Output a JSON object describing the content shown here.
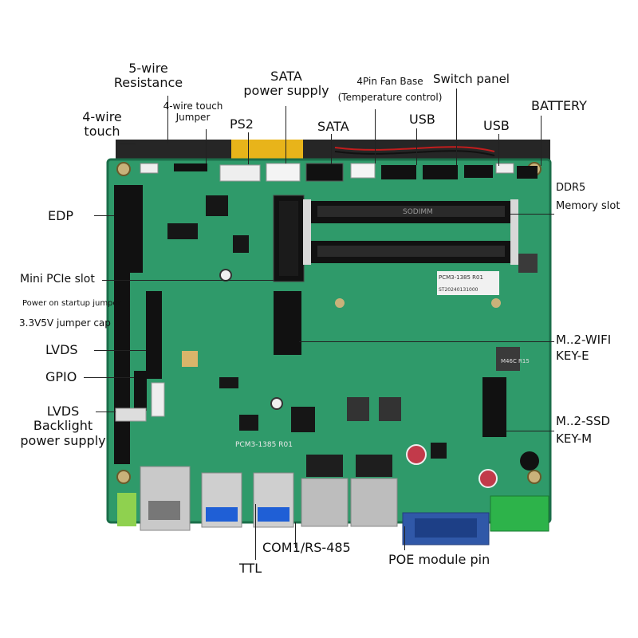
{
  "board": {
    "silkscreen_top": "PCM3-1385 R01",
    "silkscreen_bottom": "PCM3-1385 R01",
    "serial": "ST20240131000",
    "so_dimm_label": "SODIMM",
    "chip_label": "M46C R15"
  },
  "labels": {
    "five_wire_line1": "5-wire",
    "five_wire_line2": "Resistance",
    "four_wire_line1": "4-wire",
    "four_wire_line2": "touch",
    "four_wire_jumper_line1": "4-wire touch",
    "four_wire_jumper_line2": "Jumper",
    "ps2": "PS2",
    "sata_power_line1": "SATA",
    "sata_power_line2": "power supply",
    "sata": "SATA",
    "fan_line1": "4Pin Fan Base",
    "fan_line2": "(Temperature control)",
    "usb_top": "USB",
    "switch_panel": "Switch panel",
    "usb_right": "USB",
    "battery": "BATTERY",
    "ddr5": "DDR5",
    "memory_slot": "Memory slot",
    "edp": "EDP",
    "mini_pcie": "Mini PCIe slot",
    "power_on_jumper": "Power on startup jumper",
    "jumper_cap": "3.3V5V jumper cap",
    "lvds": "LVDS",
    "gpio": "GPIO",
    "lvds_backlight_line1": "LVDS",
    "lvds_backlight_line2": "Backlight",
    "lvds_backlight_line3": "power supply",
    "m2_wifi_line1": "M..2-WIFI",
    "m2_wifi_line2": "KEY-E",
    "m2_ssd_line1": "M..2-SSD",
    "m2_ssd_line2": "KEY-M",
    "com1": "COM1/RS-485",
    "ttl": "TTL",
    "poe": "POE module pin"
  },
  "colors": {
    "pcb": "#2f9a6a",
    "pcb_dark": "#1f7a52",
    "bracket": "#2a2a2a",
    "usb_blue": "#1f5fd6",
    "terminal_green": "#2db34a"
  }
}
